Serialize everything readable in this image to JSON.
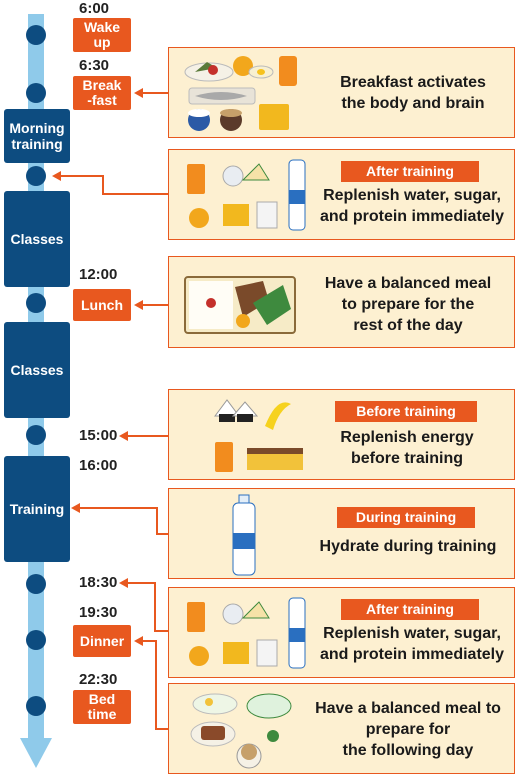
{
  "blocks": {
    "morning_training": "Morning\ntraining",
    "classes_1": "Classes",
    "classes_2": "Classes",
    "training": "Training"
  },
  "times": {
    "wake": "6:00",
    "breakfast": "6:30",
    "lunch": "12:00",
    "snack": "15:00",
    "training": "16:00",
    "after_training": "18:30",
    "dinner": "19:30",
    "bed": "22:30"
  },
  "tags": {
    "wake": "Wake\nup",
    "breakfast": "Break\n-fast",
    "lunch": "Lunch",
    "dinner": "Dinner",
    "bed": "Bed\ntime"
  },
  "cards": {
    "breakfast": {
      "text": "Breakfast activates\nthe body and brain"
    },
    "after_training_1": {
      "heading": "After training",
      "text": "Replenish water, sugar,\nand protein immediately"
    },
    "lunch": {
      "text": "Have a balanced meal\nto prepare for the\nrest of the day"
    },
    "before_training": {
      "heading": "Before training",
      "text": "Replenish energy\nbefore training"
    },
    "during_training": {
      "heading": "During training",
      "text": "Hydrate during training"
    },
    "after_training_2": {
      "heading": "After training",
      "text": "Replenish water, sugar,\nand protein immediately"
    },
    "dinner": {
      "text": "Have a balanced meal to\nprepare for\nthe following day"
    }
  },
  "colors": {
    "timeline": "#8fcaea",
    "navy": "#0d4c80",
    "orange": "#e8581f",
    "card_bg": "#fdf0d1"
  }
}
